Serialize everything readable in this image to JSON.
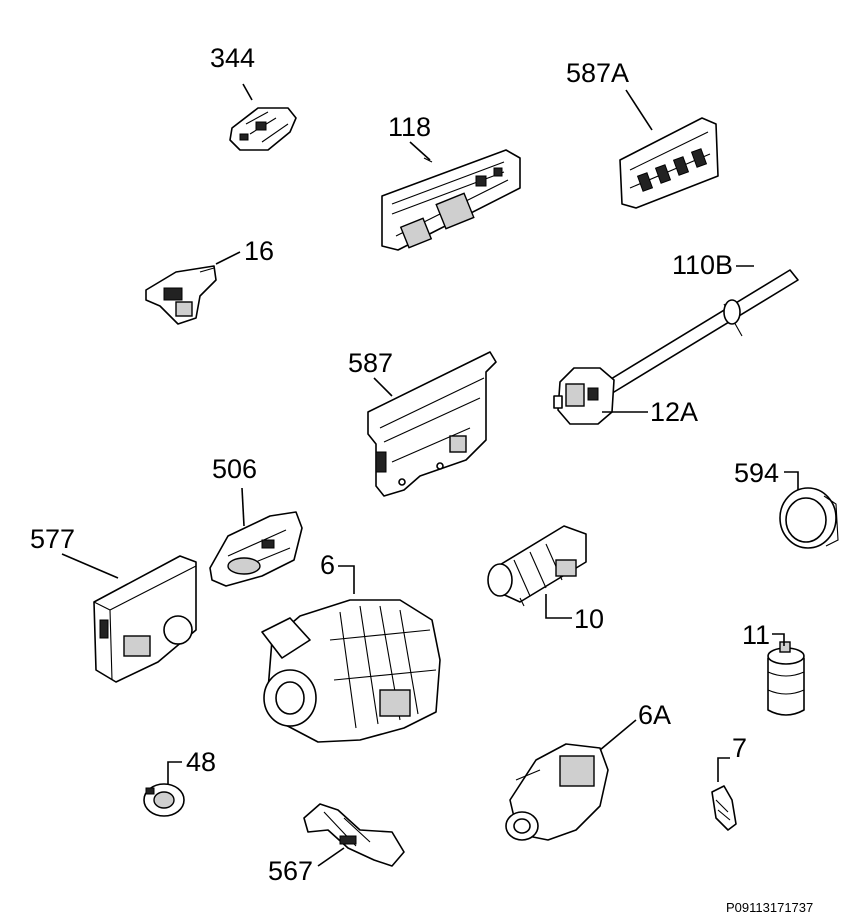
{
  "diagram": {
    "reference": "P09113171737",
    "labels": {
      "p344": "344",
      "p118": "118",
      "p587A": "587A",
      "p16": "16",
      "p110B": "110B",
      "p587": "587",
      "p12A": "12A",
      "p506": "506",
      "p594": "594",
      "p577": "577",
      "p6": "6",
      "p10": "10",
      "p11": "11",
      "p48": "48",
      "p6A": "6A",
      "p7": "7",
      "p567": "567"
    }
  }
}
